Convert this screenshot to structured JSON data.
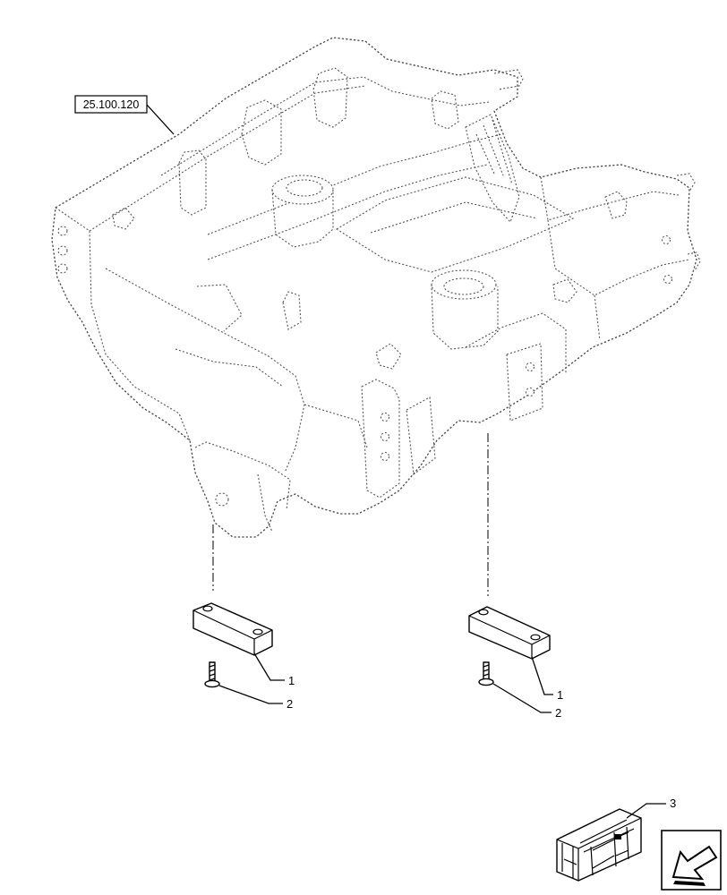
{
  "reference_box": {
    "text": "25.100.120"
  },
  "callouts": {
    "plate_left": "1",
    "screw_left": "2",
    "plate_right": "1",
    "screw_right": "2",
    "kit": "3"
  },
  "icons": {
    "kit_box": "crate-box-icon",
    "orientation": "arrow-down-left-icon"
  }
}
